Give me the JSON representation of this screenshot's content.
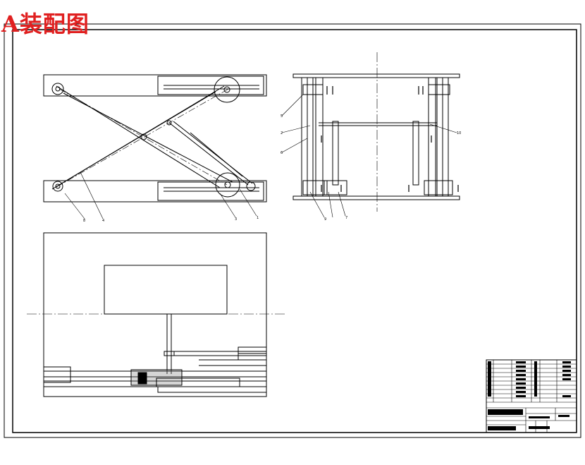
{
  "drawing": {
    "title": "A装配图",
    "title_color": "#e02020",
    "line_color": "#000000",
    "views": [
      {
        "name": "scissor-lift-front-view"
      },
      {
        "name": "scissor-lift-side-view"
      },
      {
        "name": "drive-mechanism-plan-view"
      }
    ],
    "balloon_labels_front": [
      "8",
      "4",
      "3",
      "1"
    ],
    "balloon_labels_side": [
      "5",
      "2",
      "6",
      "9",
      "7",
      "10"
    ]
  }
}
